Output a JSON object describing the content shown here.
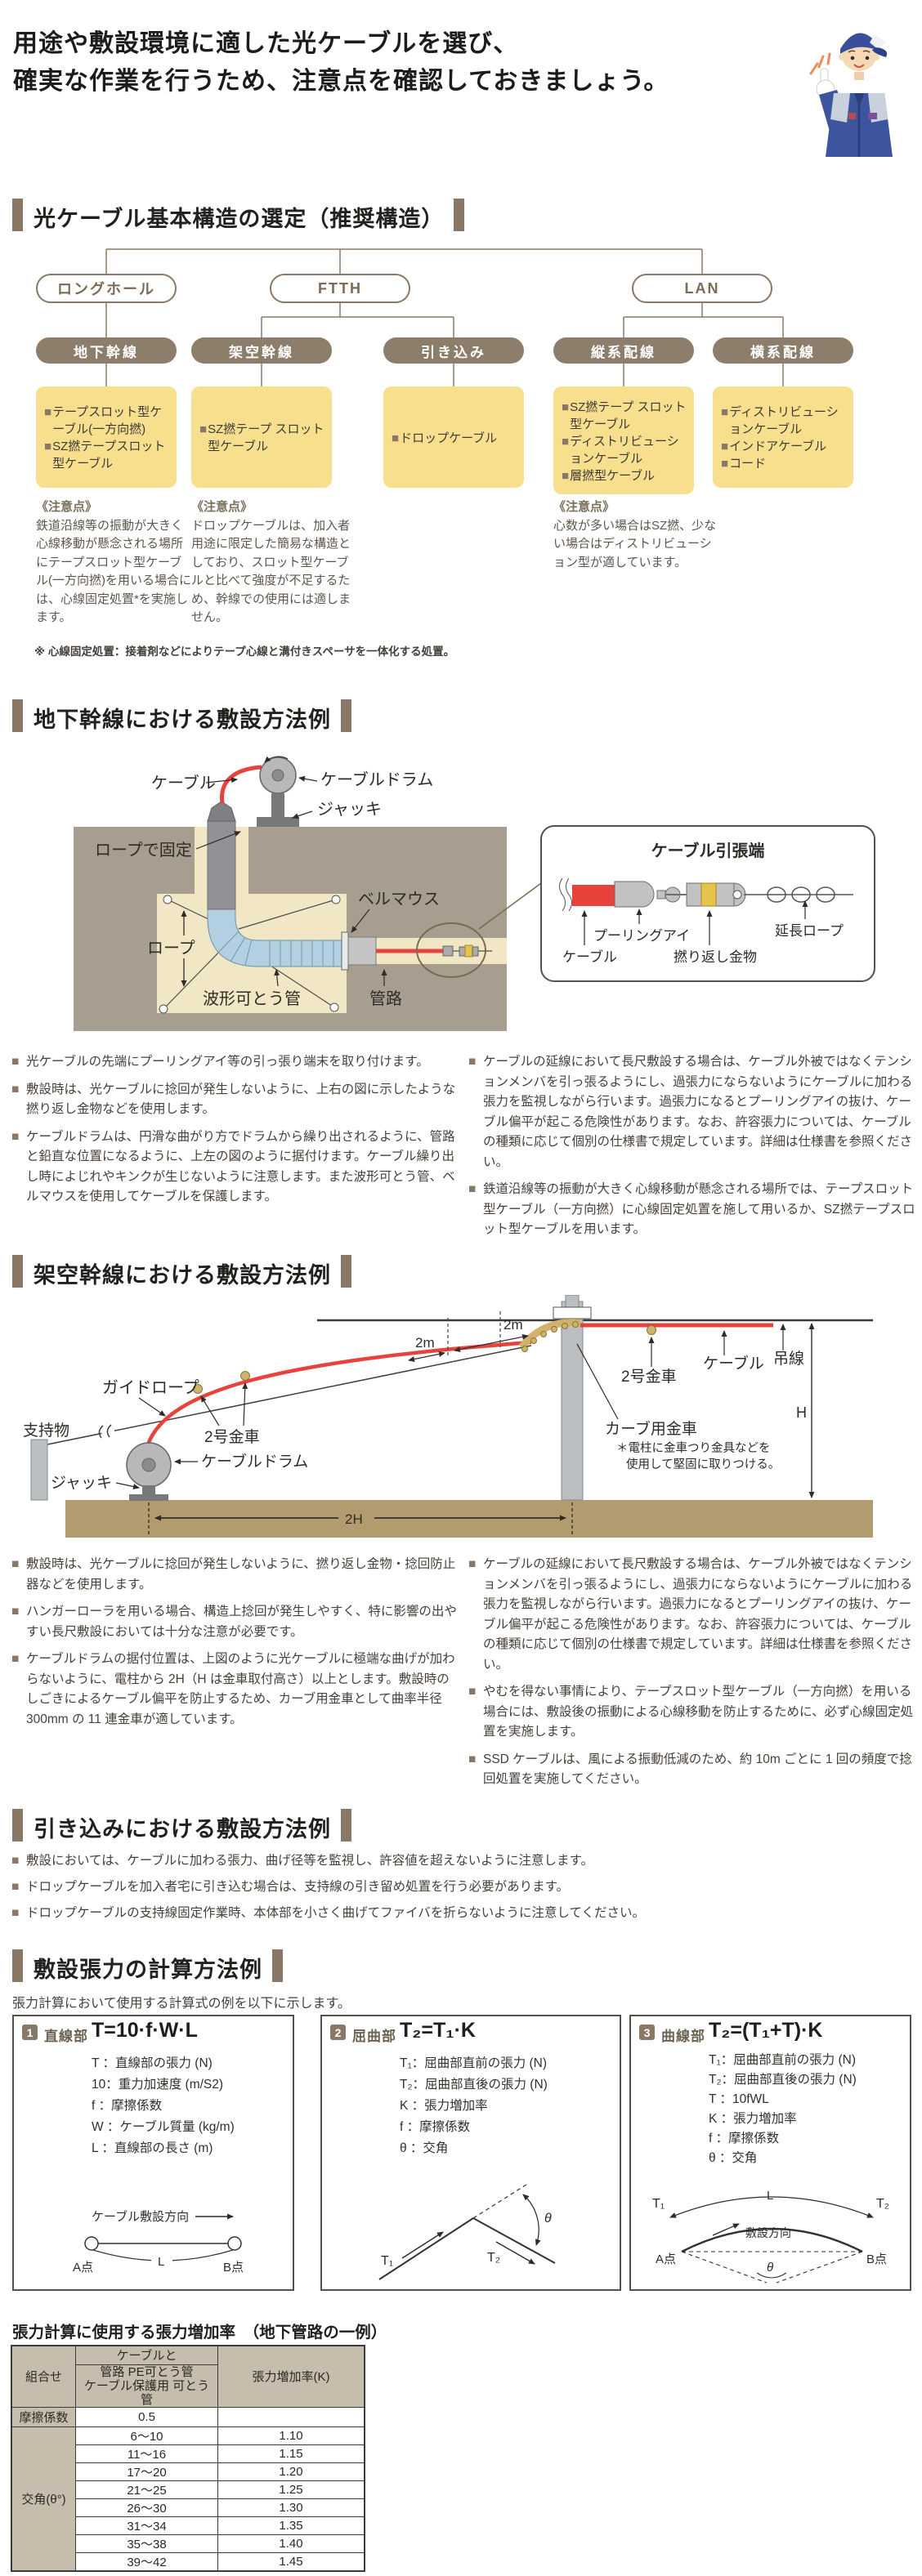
{
  "colors": {
    "accent_brown": "#8a7866",
    "panel_yellow": "#f8df8e",
    "pill_dark": "#8d7d6b",
    "cable_red": "#e8423c",
    "table_header_tan": "#c7bdac",
    "ground_tan": "#b19b6f",
    "earth_gray": "#a79e90"
  },
  "header": {
    "title_line1": "用途や敷設環境に適した光ケーブルを選び、",
    "title_line2": "確実な作業を行うため、注意点を確認しておきましょう。",
    "worker_icon": "worker-pointing-illustration"
  },
  "s1": {
    "title": "光ケーブル基本構造の選定（推奨構造）",
    "top_nodes": [
      "ロングホール",
      "FTTH",
      "LAN"
    ],
    "mid_nodes": [
      "地下幹線",
      "架空幹線",
      "引き込み",
      "縦系配線",
      "横系配線"
    ],
    "leaves": [
      {
        "items": [
          "テープスロット型ケーブル(一方向撚)",
          "SZ撚テープスロット型ケーブル"
        ]
      },
      {
        "items": [
          "SZ撚テープ スロット型ケーブル"
        ]
      },
      {
        "items": [
          "ドロップケーブル"
        ]
      },
      {
        "items": [
          "SZ撚テープ スロット型ケーブル",
          "ディストリビューションケーブル",
          "層撚型ケーブル"
        ]
      },
      {
        "items": [
          "ディストリビューションケーブル",
          "インドアケーブル",
          "コード"
        ]
      }
    ],
    "notes": [
      {
        "heading": "《注意点》",
        "body": "鉄道沿線等の振動が大きく心線移動が懸念される場所にテープスロット型ケーブル(一方向撚)を用いる場合には、心線固定処置*を実施します。"
      },
      {
        "heading": "《注意点》",
        "body": "ドロップケーブルは、加入者用途に限定した簡易な構造としており、スロット型ケーブルと比べて強度が不足するため、幹線での使用には適しません。"
      },
      {
        "heading": "《注意点》",
        "body": "心数が多い場合はSZ撚、少ない場合はディストリビューション型が適しています。"
      }
    ],
    "footnote": "※ 心線固定処置：接着剤などによりテープ心線と溝付きスペーサを一体化する処置。"
  },
  "ug": {
    "title": "地下幹線における敷設方法例",
    "labels": {
      "cable": "ケーブル",
      "drum": "ケーブルドラム",
      "jack": "ジャッキ",
      "rope_fix": "ロープで固定",
      "rope": "ロープ",
      "bellmouth": "ベルマウス",
      "flex_pipe": "波形可とう管",
      "duct": "管路"
    },
    "callout": {
      "title": "ケーブル引張端",
      "cable": "ケーブル",
      "pulling_eye": "プーリングアイ",
      "swivel": "撚り返し金物",
      "ext_rope": "延長ロープ"
    },
    "bullets_left": [
      "光ケーブルの先端にプーリングアイ等の引っ張り端末を取り付けます。",
      "敷設時は、光ケーブルに捻回が発生しないように、上右の図に示したような撚り返し金物などを使用します。",
      "ケーブルドラムは、円滑な曲がり方でドラムから繰り出されるように、管路と鉛直な位置になるように、上左の図のように据付けます。ケーブル繰り出し時によじれやキンクが生じないように注意します。また波形可とう管、ベルマウスを使用してケーブルを保護します。"
    ],
    "bullets_right": [
      "ケーブルの延線において長尺敷設する場合は、ケーブル外被ではなくテンションメンバを引っ張るようにし、過張力にならないようにケーブルに加わる張力を監視しながら行います。過張力になるとプーリングアイの抜け、ケーブル偏平が起こる危険性があります。なお、許容張力については、ケーブルの種類に応じて個別の仕様書で規定しています。詳細は仕様書を参照ください。",
      "鉄道沿線等の振動が大きく心線移動が懸念される場所では、テープスロット型ケーブル（一方向撚）に心線固定処置を施して用いるか、SZ撚テープスロット型ケーブルを用います。"
    ]
  },
  "ar": {
    "title": "架空幹線における敷設方法例",
    "labels": {
      "dim1": "2m",
      "dim2": "2m",
      "guide_rope": "ガイドロープ",
      "support": "支持物",
      "jack": "ジャッキ",
      "drum": "ケーブルドラム",
      "pulley2_left": "2号金車",
      "pulley2_right": "2号金車",
      "curve_pulley": "カーブ用金車",
      "curve_note1": "＊電柱に金車つり金具などを",
      "curve_note2": "使用して堅固に取りつける。",
      "susp": "吊線",
      "cable": "ケーブル",
      "h": "H",
      "two_h": "2H"
    },
    "bullets_left": [
      "敷設時は、光ケーブルに捻回が発生しないように、撚り返し金物・捻回防止器などを使用します。",
      "ハンガーローラを用いる場合、構造上捻回が発生しやすく、特に影響の出やすい長尺敷設においては十分な注意が必要です。",
      "ケーブルドラムの据付位置は、上図のように光ケーブルに極端な曲げが加わらないように、電柱から 2H（H は金車取付高さ）以上とします。敷設時のしごきによるケーブル偏平を防止するため、カーブ用金車として曲率半径 300mm の 11 連金車が適しています。"
    ],
    "bullets_right": [
      "ケーブルの延線において長尺敷設する場合は、ケーブル外被ではなくテンションメンバを引っ張るようにし、過張力にならないようにケーブルに加わる張力を監視しながら行います。過張力になるとプーリングアイの抜け、ケーブル偏平が起こる危険性があります。なお、許容張力については、ケーブルの種類に応じて個別の仕様書で規定しています。詳細は仕様書を参照ください。",
      "やむを得ない事情により、テープスロット型ケーブル（一方向撚）を用いる場合には、敷設後の振動による心線移動を防止するために、必ず心線固定処置を実施します。",
      "SSD ケーブルは、風による振動低減のため、約 10m ごとに 1 回の頻度で捻回処置を実施してください。"
    ]
  },
  "s4": {
    "title": "引き込みにおける敷設方法例",
    "bullets": [
      "敷設においては、ケーブルに加わる張力、曲げ径等を監視し、許容値を超えないように注意します。",
      "ドロップケーブルを加入者宅に引き込む場合は、支持線の引き留め処置を行う必要があります。",
      "ドロップケーブルの支持線固定作業時、本体部を小さく曲げてファイバを折らないように注意してください。"
    ]
  },
  "s5": {
    "title": "敷設張力の計算方法例",
    "intro": "張力計算において使用する計算式の例を以下に示します。",
    "boxes": [
      {
        "num": "1",
        "name": "直線部",
        "formula": "T=10·f·W·L",
        "defs": [
          "T ：直線部の張力 (N)",
          "10：重力加速度 (m/S2)",
          "f ：摩擦係数",
          "W ：ケーブル質量 (kg/m)",
          "L ：直線部の長さ (m)"
        ],
        "diagram": {
          "direction": "ケーブル敷設方向",
          "a": "A点",
          "b": "B点",
          "l": "L"
        }
      },
      {
        "num": "2",
        "name": "屈曲部",
        "formula": "T₂=T₁·K",
        "defs": [
          "T₁：屈曲部直前の張力 (N)",
          "T₂：屈曲部直後の張力 (N)",
          "K ：張力増加率",
          "f ：摩擦係数",
          "θ ：交角"
        ],
        "diagram": {
          "t1": "T₁",
          "t2": "T₂",
          "theta": "θ"
        }
      },
      {
        "num": "3",
        "name": "曲線部",
        "formula": "T₂=(T₁+T)·K",
        "defs": [
          "T₁：屈曲部直前の張力 (N)",
          "T₂：屈曲部直後の張力 (N)",
          "T ：10fWL",
          "K ：張力増加率",
          "f ：摩擦係数",
          "θ ：交角"
        ],
        "diagram": {
          "t1": "T₁",
          "t2": "T₂",
          "l": "L",
          "direction": "敷設方向",
          "a": "A点",
          "b": "B点",
          "theta": "θ"
        }
      }
    ],
    "table": {
      "title": "張力計算に使用する張力増加率　（地下管路の一例）",
      "header": {
        "col1": "組合せ",
        "col2_top": "ケーブルと",
        "col2_mid": "管路 PE可とう管",
        "col2_bot": "ケーブル保護用 可とう管",
        "col3": "張力増加率(K)"
      },
      "friction_label": "摩擦係数",
      "friction_value": "0.5",
      "angle_label": "交角(θ°)",
      "rows": [
        {
          "range": "6～10",
          "k": "1.10"
        },
        {
          "range": "11～16",
          "k": "1.15"
        },
        {
          "range": "17～20",
          "k": "1.20"
        },
        {
          "range": "21～25",
          "k": "1.25"
        },
        {
          "range": "26～30",
          "k": "1.30"
        },
        {
          "range": "31～34",
          "k": "1.35"
        },
        {
          "range": "35～38",
          "k": "1.40"
        },
        {
          "range": "39～42",
          "k": "1.45"
        }
      ]
    }
  }
}
